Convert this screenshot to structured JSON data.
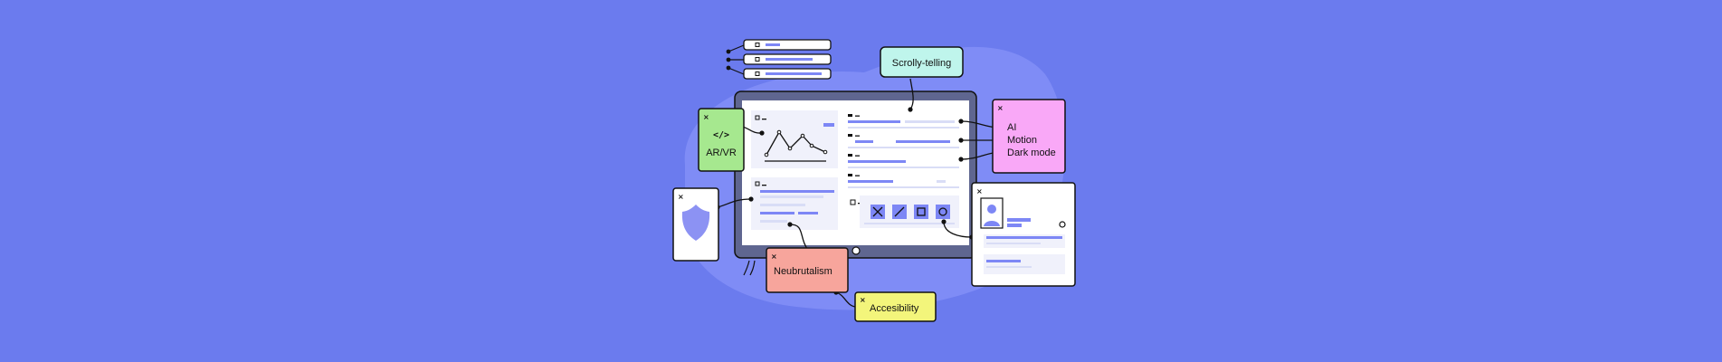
{
  "colors": {
    "background": "#6B7BEE",
    "blob": "#7F8CF6",
    "accent_bar": "#7D87F5",
    "light_bar": "#D9DDF6",
    "screen_frame": "#5F6690",
    "card_mint": "#BFF5EC",
    "card_green": "#A6E88F",
    "card_pink": "#F9A8F7",
    "card_salmon": "#F7A59C",
    "card_yellow": "#F3F57B",
    "shield": "#8C92F3"
  },
  "icons": {
    "close": "close-icon",
    "code": "code-icon",
    "shield": "shield-icon",
    "avatar": "avatar-icon",
    "chart": "line-chart-icon",
    "tools": [
      "x-tool-icon",
      "line-tool-icon",
      "square-tool-icon",
      "circle-tool-icon"
    ]
  },
  "labels": {
    "scrolly_telling": "Scrolly-telling",
    "ar_vr_code": "</>",
    "ar_vr": "AR/VR",
    "features": [
      "AI",
      "Motion",
      "Dark mode"
    ],
    "neubrutalism": "Neubrutalism",
    "accessibility": "Accesibility",
    "close_glyph": "×"
  }
}
